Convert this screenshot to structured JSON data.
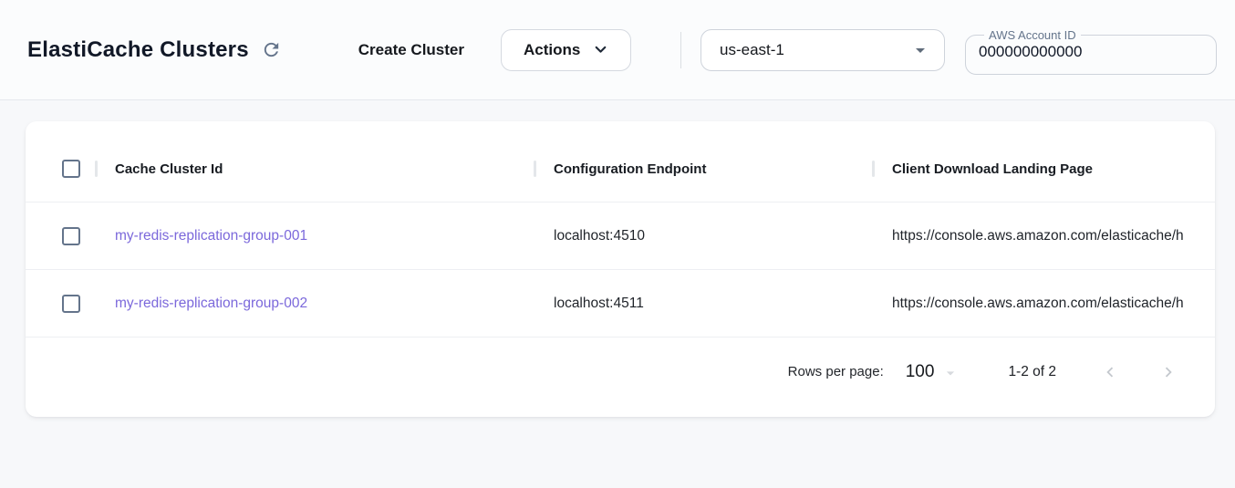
{
  "page": {
    "title": "ElastiCache Clusters"
  },
  "header": {
    "create_button_label": "Create Cluster",
    "actions_button_label": "Actions",
    "region_select": {
      "value": "us-east-1"
    },
    "account_field": {
      "label": "AWS Account ID",
      "value": "000000000000"
    }
  },
  "table": {
    "columns": [
      {
        "label": "Cache Cluster Id"
      },
      {
        "label": "Configuration Endpoint"
      },
      {
        "label": "Client Download Landing Page"
      }
    ],
    "rows": [
      {
        "cache_cluster_id": "my-redis-replication-group-001",
        "configuration_endpoint": "localhost:4510",
        "client_download_landing_page": "https://console.aws.amazon.com/elasticache/h"
      },
      {
        "cache_cluster_id": "my-redis-replication-group-002",
        "configuration_endpoint": "localhost:4511",
        "client_download_landing_page": "https://console.aws.amazon.com/elasticache/h"
      }
    ]
  },
  "pagination": {
    "rows_per_page_label": "Rows per page:",
    "rows_per_page_value": "100",
    "range_label": "1-2 of 2"
  },
  "icons": {
    "refresh": "circular clockwise arrow",
    "chevron_down": "v chevron",
    "arrow_drop_down": "filled down triangle",
    "chevron_left": "left angle bracket",
    "chevron_right": "right angle bracket"
  },
  "colors": {
    "link": "#7b68db",
    "slate": "#64748b",
    "text_primary": "#15191f",
    "border": "#d5d9e0",
    "divider": "#edeff3",
    "muted_icon": "#c4c8ce",
    "page_bg": "#f7f8fa",
    "topbar_bg": "#fbfcfd",
    "card_bg": "#ffffff"
  }
}
